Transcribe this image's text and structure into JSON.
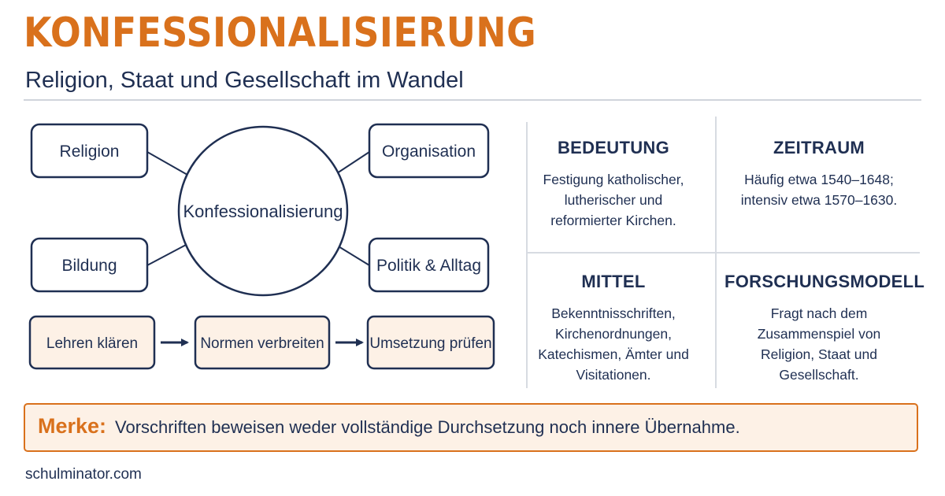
{
  "header": {
    "title": "KONFESSIONALISIERUNG",
    "subtitle": "Religion, Staat und Gesellschaft im Wandel"
  },
  "diagram": {
    "center": "Konfessionalisierung",
    "nodes": [
      "Religion",
      "Organisation",
      "Bildung",
      "Politik & Alltag"
    ],
    "steps": [
      "Lehren klären",
      "Normen verbreiten",
      "Umsetzung prüfen"
    ]
  },
  "info": {
    "bedeutung": {
      "heading": "BEDEUTUNG",
      "lines": [
        "Festigung katholischer,",
        "lutherischer und",
        "reformierter Kirchen."
      ]
    },
    "zeitraum": {
      "heading": "ZEITRAUM",
      "lines": [
        "Häufig etwa 1540–1648;",
        "intensiv etwa 1570–1630."
      ]
    },
    "mittel": {
      "heading": "MITTEL",
      "lines": [
        "Bekenntnisschriften,",
        "Kirchenordnungen,",
        "Katechismen, Ämter und",
        "Visitationen."
      ]
    },
    "forschungsmodell": {
      "heading": "FORSCHUNGSMODELL",
      "lines": [
        "Fragt nach dem",
        "Zusammenspiel von",
        "Religion, Staat und",
        "Gesellschaft."
      ]
    }
  },
  "merke": {
    "label": "Merke:",
    "text": "Vorschriften beweisen weder vollständige Durchsetzung noch innere Übernahme."
  },
  "footer": {
    "site": "schulminator.com"
  },
  "colors": {
    "accent": "#d9711c",
    "navy": "#1f2f52",
    "step_fill": "#fdf1e6",
    "divider": "#d7dbe2"
  }
}
